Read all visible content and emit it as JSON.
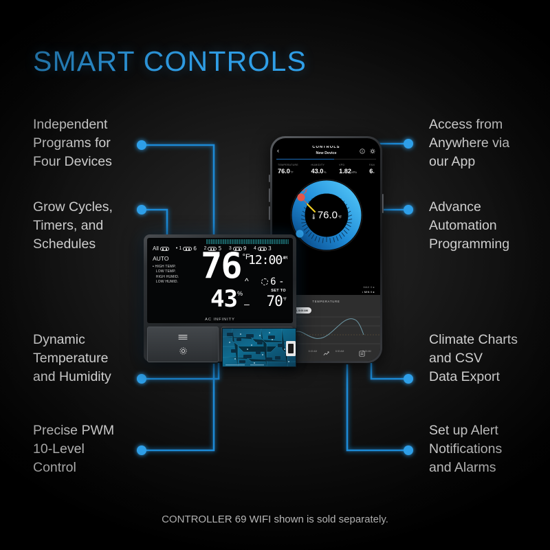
{
  "page": {
    "title": "SMART CONTROLS",
    "caption": "CONTROLLER 69 WIFI shown is sold separately.",
    "accent": "#1f8ad6",
    "title_color": "#2f9fe8"
  },
  "features": {
    "left": [
      {
        "id": "independent-programs",
        "text": "Independent\nPrograms for\nFour Devices"
      },
      {
        "id": "grow-cycles",
        "text": "Grow Cycles,\nTimers, and\nSchedules"
      },
      {
        "id": "dynamic-temp-humidity",
        "text": "Dynamic\nTemperature\nand Humidity"
      },
      {
        "id": "precise-pwm",
        "text": "Precise PWM\n10-Level\nControl"
      }
    ],
    "right": [
      {
        "id": "access-anywhere",
        "text": "Access from\nAnywhere via\nour App"
      },
      {
        "id": "advance-automation",
        "text": "Advance\nAutomation\nProgramming"
      },
      {
        "id": "climate-charts",
        "text": "Climate Charts\nand CSV\nData Export"
      },
      {
        "id": "alert-notifications",
        "text": "Set up Alert\nNotifications\nand Alarms"
      }
    ]
  },
  "phone": {
    "header": {
      "title": "CONTROLS",
      "subtitle": "New Device",
      "back_icon": "chevron-left-icon",
      "info_icon": "info-icon",
      "settings_icon": "gear-icon"
    },
    "metrics": [
      {
        "label": "TEMPERATURE",
        "value": "76.0",
        "unit": "°F"
      },
      {
        "label": "HUMIDITY",
        "value": "43.0",
        "unit": "%"
      },
      {
        "label": "VPD",
        "value": "1.82",
        "unit": "kPa"
      },
      {
        "label": "FAN",
        "value": "6",
        "unit": "▸"
      }
    ],
    "dial": {
      "value": "76.0",
      "unit": "°F",
      "thermometer_icon": "thermometer-icon",
      "high_handle_color": "#e2574c",
      "low_handle_color": "#2f9fe8"
    },
    "minmax": [
      {
        "label": "MAX",
        "value": "0"
      },
      {
        "label": "MIN",
        "value": "0"
      }
    ],
    "chart": {
      "title": "TEMPERATURE",
      "tooltip": "MAR 14, 2021, 8:00 AM",
      "xticks": [
        "8:00 AM",
        "8:15 AM",
        "8:30 AM",
        "8:45 AM"
      ],
      "line_color": "#6f9aa8"
    },
    "tabs": [
      {
        "id": "tab-dashboard",
        "icon": "dashboard-icon"
      },
      {
        "id": "tab-chart",
        "icon": "line-chart-icon"
      },
      {
        "id": "tab-list",
        "icon": "list-icon"
      }
    ]
  },
  "controller": {
    "brand": "AC INFINITY",
    "all_label": "All",
    "ports": [
      {
        "num": "1",
        "value": "6",
        "active": true
      },
      {
        "num": "2",
        "value": "5",
        "active": false
      },
      {
        "num": "3",
        "value": "9",
        "active": false
      },
      {
        "num": "4",
        "value": "3",
        "active": false
      }
    ],
    "mode": "AUTO",
    "alerts": [
      "HIGH TEMP.",
      "LOW TEMP.",
      "HIGH HUMID.",
      "LOW HUMID."
    ],
    "temperature": "76",
    "temperature_unit": "°F",
    "clock": "12:00",
    "clock_ampm": "AM",
    "fan_value": "6",
    "fan_suffix": "-",
    "humidity": "43",
    "humidity_unit": "%",
    "set_to_label": "SET TO",
    "set_to_value": "70",
    "set_to_unit": "°F",
    "buttons": [
      {
        "id": "menu-button",
        "icon": "hamburger-icon"
      },
      {
        "id": "settings-button",
        "icon": "gear-icon"
      },
      {
        "id": "power-button",
        "icon": "plug-icon"
      }
    ]
  },
  "connectors": {
    "color": "#1f8ad6",
    "dot_radius": 7
  }
}
